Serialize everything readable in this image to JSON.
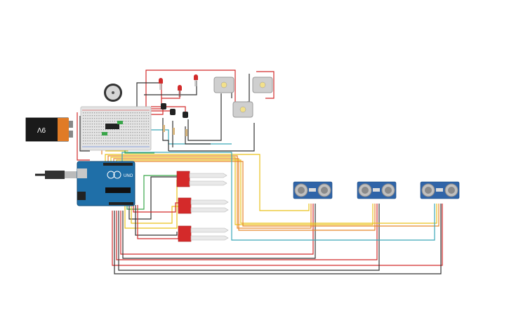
{
  "battery": {
    "label": "9V"
  },
  "arduino": {
    "brand": "UNO"
  },
  "colors": {
    "wire_red": "#d22b2b",
    "wire_black": "#333333",
    "wire_yellow": "#e9c21a",
    "wire_orange": "#e8862a",
    "wire_teal": "#3aa7b7",
    "wire_green": "#3aa64a",
    "arduino_blue": "#1f6fa8",
    "sensor_red": "#d42a2a",
    "ultrasonic_blue": "#2f64a8",
    "breadboard": "#e4e4e4"
  },
  "components": {
    "ultrasonic_count": 3,
    "soil_sensor_count": 3,
    "motor_count": 3,
    "led_count": 3,
    "transistor_count": 3
  }
}
